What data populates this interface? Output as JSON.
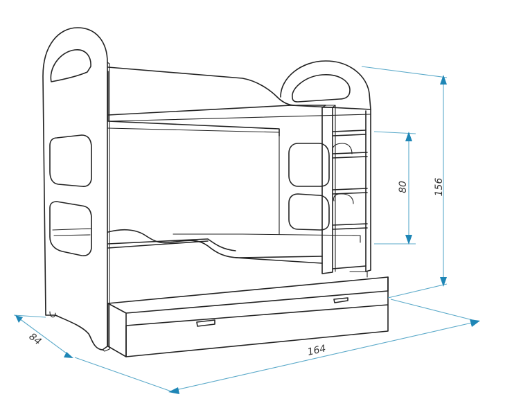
{
  "dimensions": {
    "width": "164",
    "depth": "84",
    "height": "156",
    "ladder_height": "80"
  },
  "colors": {
    "outline": "#222222",
    "dimension_line": "#5aa9c9",
    "dimension_arrow": "#1e86b6",
    "background": "#ffffff"
  }
}
